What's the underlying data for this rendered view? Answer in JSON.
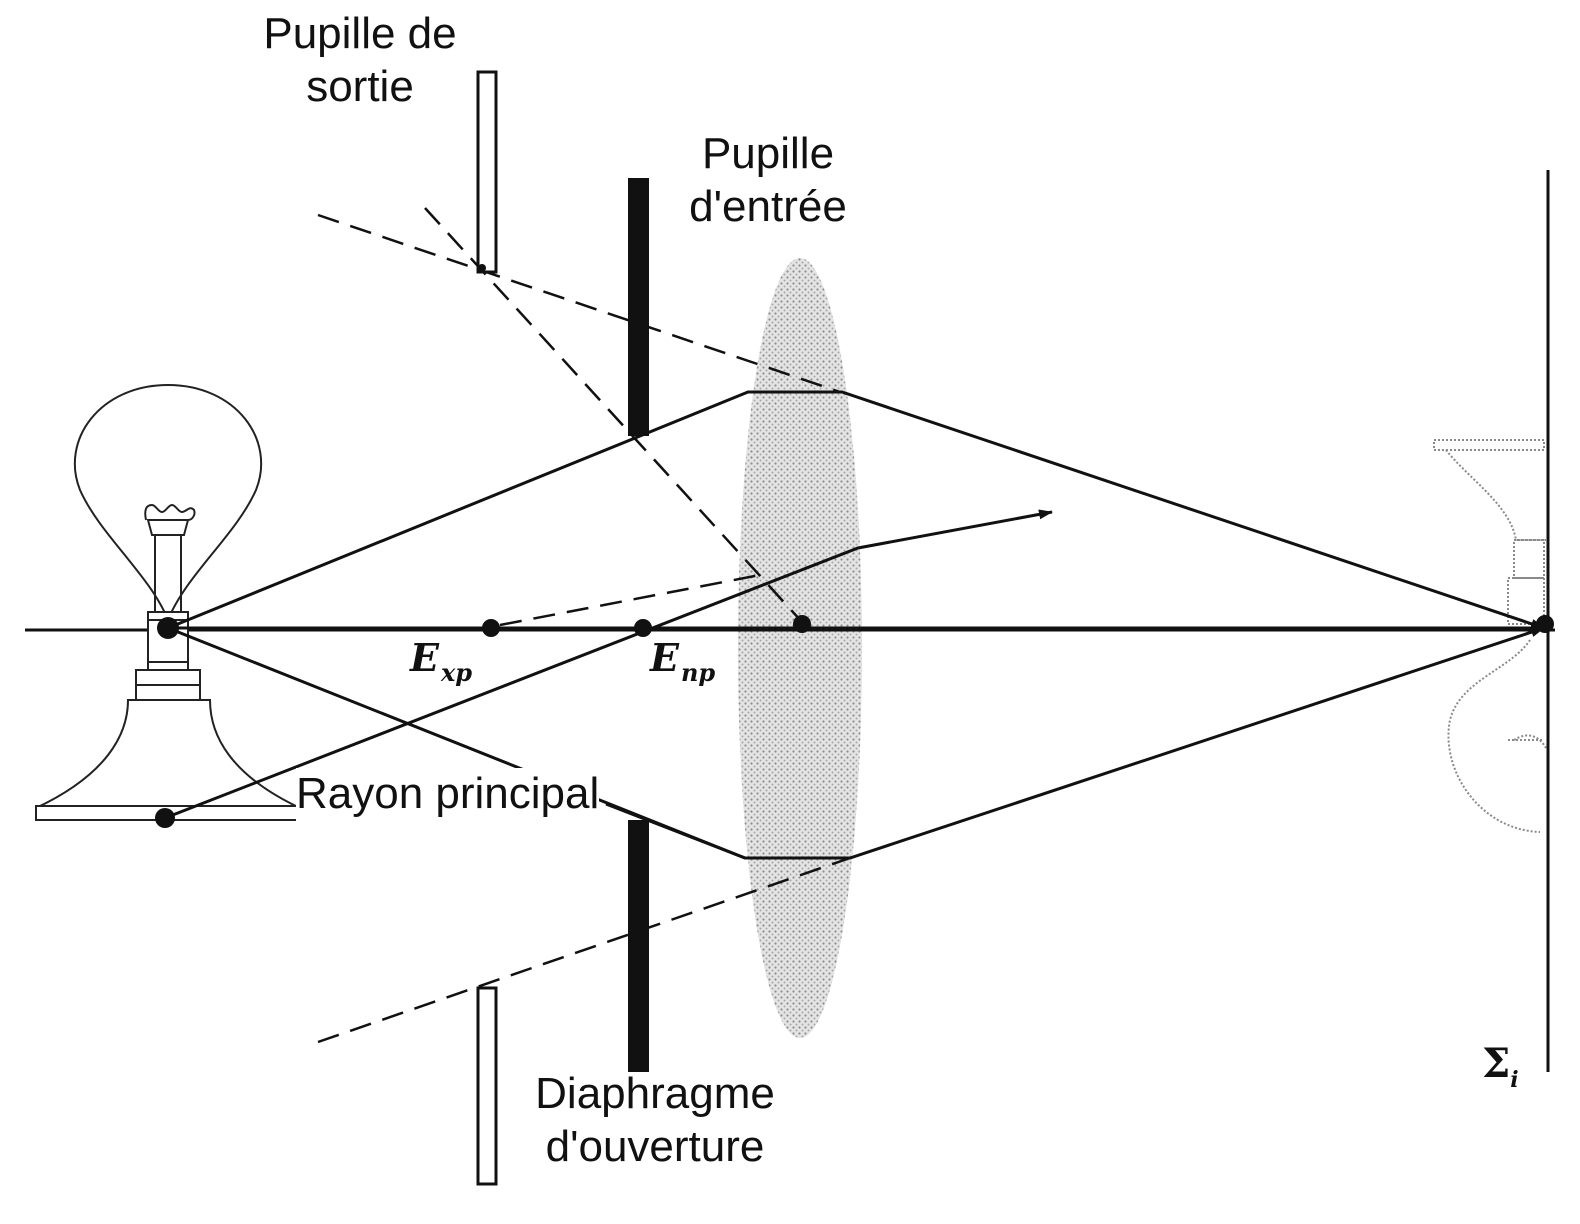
{
  "labels": {
    "exit_pupil": [
      "Pupille de",
      "sortie"
    ],
    "entrance_pupil": [
      "Pupille",
      "d'entrée"
    ],
    "chief_ray": "Rayon principal",
    "aperture_stop": [
      "Diaphragme",
      "d'ouverture"
    ],
    "exp": {
      "main": "E",
      "sub": "xp"
    },
    "enp": {
      "main": "E",
      "sub": "np"
    },
    "image_plane": {
      "main": "Σ",
      "sub": "i"
    }
  },
  "colors": {
    "ink": "#111111",
    "lens_fill": "#c9c9c9",
    "ghost": "#8a8a8a"
  },
  "icons": [
    "light-bulb-object",
    "light-bulb-image-inverted",
    "thin-lens"
  ]
}
